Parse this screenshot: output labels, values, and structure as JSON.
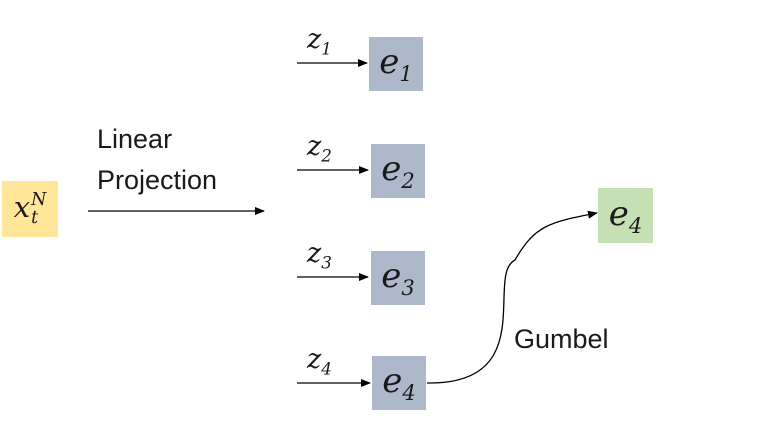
{
  "colors": {
    "input_fill": "#FFE699",
    "embedding_fill": "#ADB9CA",
    "selected_fill": "#C5E0B4"
  },
  "input": {
    "base": "x",
    "sub": "t",
    "sup": "N"
  },
  "linear_label": {
    "line1": "Linear",
    "line2": "Projection"
  },
  "codes": [
    {
      "base": "z",
      "sub": "1"
    },
    {
      "base": "z",
      "sub": "2"
    },
    {
      "base": "z",
      "sub": "3"
    },
    {
      "base": "z",
      "sub": "4"
    }
  ],
  "embeddings": [
    {
      "base": "e",
      "sub": "1"
    },
    {
      "base": "e",
      "sub": "2"
    },
    {
      "base": "e",
      "sub": "3"
    },
    {
      "base": "e",
      "sub": "4"
    }
  ],
  "gumbel_label": "Gumbel",
  "selected": {
    "base": "e",
    "sub": "4"
  }
}
